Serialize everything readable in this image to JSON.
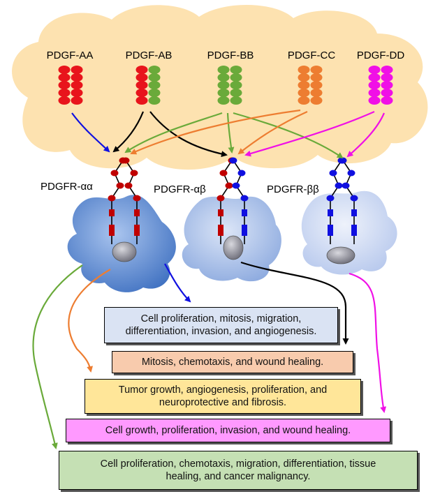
{
  "ligands": [
    {
      "name": "PDGF-AA",
      "colors": [
        "#e8141c",
        "#e8141c"
      ]
    },
    {
      "name": "PDGF-AB",
      "colors": [
        "#e8141c",
        "#6aaa3a"
      ]
    },
    {
      "name": "PDGF-BB",
      "colors": [
        "#6aaa3a",
        "#6aaa3a"
      ]
    },
    {
      "name": "PDGF-CC",
      "colors": [
        "#ed7d31",
        "#ed7d31"
      ]
    },
    {
      "name": "PDGF-DD",
      "colors": [
        "#f010e6",
        "#f010e6"
      ]
    }
  ],
  "receptors": [
    {
      "name": "PDGFR-αα",
      "chains": [
        "#c00000",
        "#c00000"
      ]
    },
    {
      "name": "PDGFR-αβ",
      "chains": [
        "#c00000",
        "#1010e0"
      ]
    },
    {
      "name": "PDGFR-ββ",
      "chains": [
        "#1010e0",
        "#1010e0"
      ]
    }
  ],
  "effects": [
    {
      "text": "Cell proliferation, mitosis, migration,\ndifferentiation, invasion, and angiogenesis.",
      "fill": "#dae3f3"
    },
    {
      "text": "Mitosis, chemotaxis, and wound healing.",
      "fill": "#f8cbad"
    },
    {
      "text": "Tumor growth, angiogenesis, proliferation, and\nneuroprotective and fibrosis.",
      "fill": "#ffe699"
    },
    {
      "text": "Cell growth, proliferation, invasion, and wound healing.",
      "fill": "#ff99ff"
    },
    {
      "text": "Cell proliferation, chemotaxis, migration, differentiation, tissue\nhealing, and cancer malignancy.",
      "fill": "#c5e0b4"
    }
  ],
  "colors": {
    "cloud": "#fde2b0",
    "cell_alpha": "#5b8fd6",
    "cell_mixed": "#9fb9e6",
    "cell_beta": "#c9d6f2",
    "nucleus": "#8c8c96",
    "arrow_blue": "#1010e0",
    "arrow_black": "#000000",
    "arrow_green": "#6aaa3a",
    "arrow_orange": "#ed7d31",
    "arrow_magenta": "#f010e6"
  }
}
